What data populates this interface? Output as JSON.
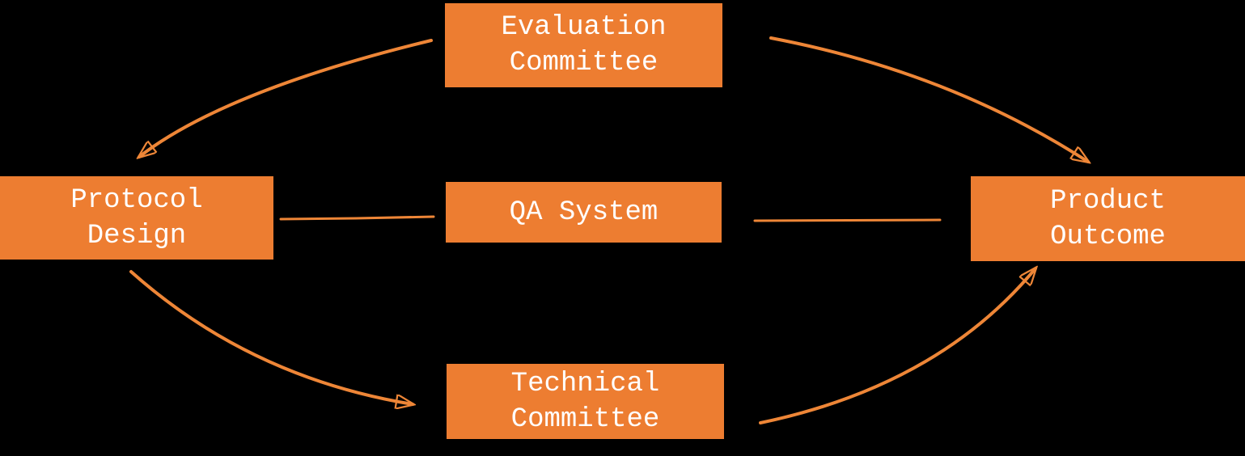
{
  "diagram": {
    "type": "flow-diagram",
    "colors": {
      "background": "#000000",
      "box_fill": "#ED7D31",
      "box_text": "#FFFFFF",
      "connector": "#EE8637"
    },
    "nodes": [
      {
        "id": "evaluation-committee",
        "label": "Evaluation Committee",
        "lines": [
          "Evaluation",
          "Committee"
        ]
      },
      {
        "id": "protocol-design",
        "label": "Protocol Design",
        "lines": [
          "Protocol",
          "Design"
        ]
      },
      {
        "id": "qa-system",
        "label": "QA System",
        "lines": [
          "QA System"
        ]
      },
      {
        "id": "product-outcome",
        "label": "Product Outcome",
        "lines": [
          "Product",
          "Outcome"
        ]
      },
      {
        "id": "technical-committee",
        "label": "Technical Committee",
        "lines": [
          "Technical",
          "Committee"
        ]
      }
    ],
    "connections": [
      {
        "from": "Evaluation Committee",
        "to": "Protocol Design",
        "type": "curved-arrow"
      },
      {
        "from": "Evaluation Committee",
        "to": "Product Outcome",
        "type": "curved-arrow"
      },
      {
        "from": "Protocol Design",
        "to": "QA System",
        "type": "line"
      },
      {
        "from": "QA System",
        "to": "Product Outcome",
        "type": "line"
      },
      {
        "from": "Protocol Design",
        "to": "Technical Committee",
        "type": "curved-arrow"
      },
      {
        "from": "Technical Committee",
        "to": "Product Outcome",
        "type": "curved-arrow"
      }
    ]
  }
}
